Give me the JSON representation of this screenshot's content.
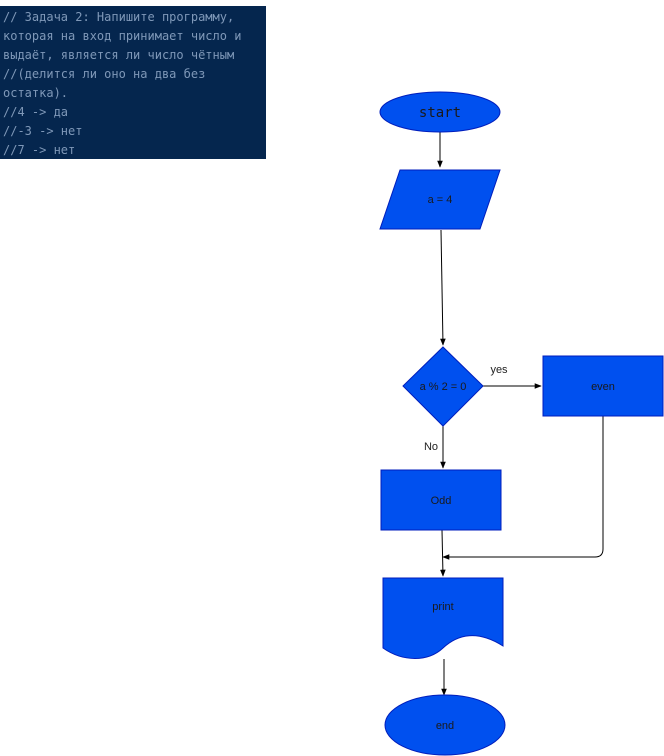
{
  "code_comment": {
    "lines": [
      "// Задача 2: Напишите программу,",
      "которая на вход принимает число и",
      "выдаёт, является ли число чётным",
      "//(делится ли оно на два без",
      "остатка).",
      "//4 -> да",
      "//-3 -> нет",
      "//7 -> нет"
    ]
  },
  "flowchart": {
    "start": "start",
    "input": "a = 4",
    "decision": "a % 2 = 0",
    "yes_label": "yes",
    "no_label": "No",
    "even": "even",
    "odd": "Odd",
    "print": "print",
    "end": "end"
  },
  "colors": {
    "node_fill": "#0050ef",
    "node_stroke": "#001dbc",
    "edge": "#000000",
    "code_bg": "#05264e",
    "code_text": "#7f98b8"
  }
}
